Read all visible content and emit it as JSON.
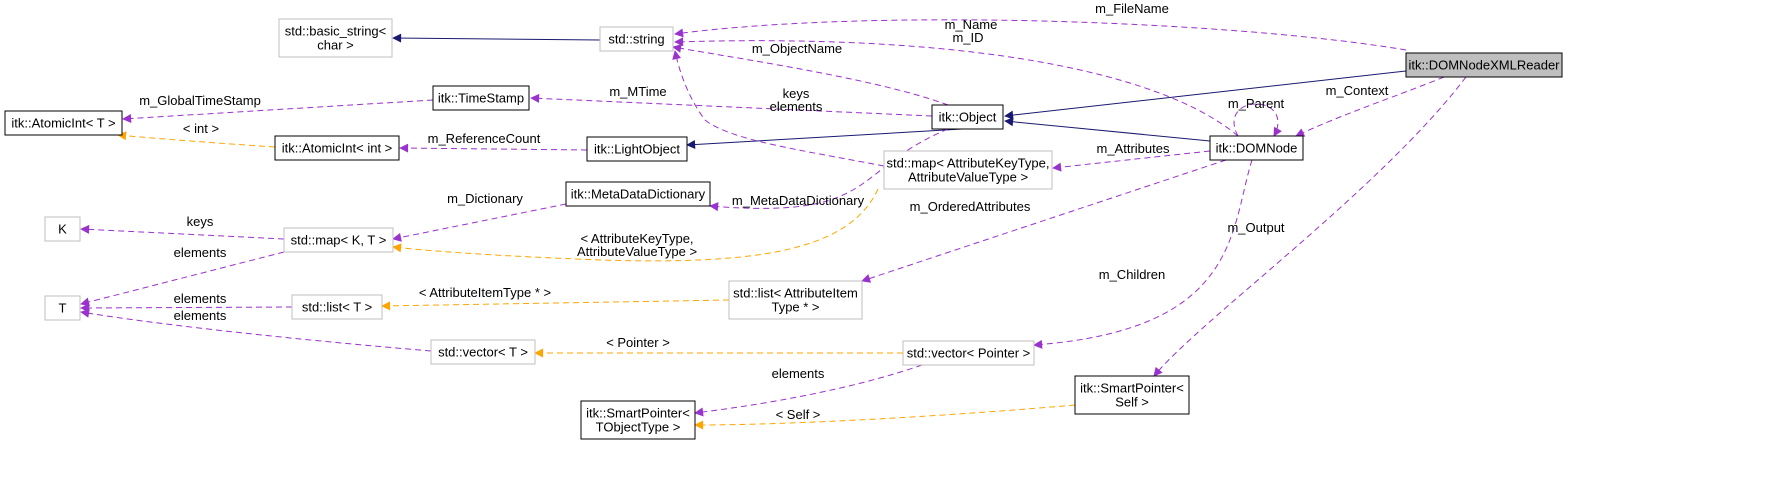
{
  "nodes": {
    "domnodexmlreader": {
      "lines": [
        "itk::DOMNodeXMLReader"
      ],
      "style": "focus"
    },
    "std_string": {
      "lines": [
        "std::string"
      ],
      "style": "gray"
    },
    "basic_string": {
      "lines": [
        "std::basic_string<",
        "char >"
      ],
      "style": "gray"
    },
    "object": {
      "lines": [
        "itk::Object"
      ],
      "style": "black"
    },
    "domnode": {
      "lines": [
        "itk::DOMNode"
      ],
      "style": "black"
    },
    "timestamp": {
      "lines": [
        "itk::TimeStamp"
      ],
      "style": "black"
    },
    "atomicint_t": {
      "lines": [
        "itk::AtomicInt< T >"
      ],
      "style": "black"
    },
    "atomicint_int": {
      "lines": [
        "itk::AtomicInt< int >"
      ],
      "style": "black"
    },
    "lightobject": {
      "lines": [
        "itk::LightObject"
      ],
      "style": "black"
    },
    "metadatadictionary": {
      "lines": [
        "itk::MetaDataDictionary"
      ],
      "style": "black"
    },
    "map_attr": {
      "lines": [
        "std::map< AttributeKeyType,",
        "AttributeValueType >"
      ],
      "style": "gray"
    },
    "k": {
      "lines": [
        "K"
      ],
      "style": "gray"
    },
    "map_kt": {
      "lines": [
        "std::map< K, T >"
      ],
      "style": "gray"
    },
    "t": {
      "lines": [
        "T"
      ],
      "style": "gray"
    },
    "list_t": {
      "lines": [
        "std::list< T >"
      ],
      "style": "gray"
    },
    "list_attritem": {
      "lines": [
        "std::list< AttributeItem",
        "Type * >"
      ],
      "style": "gray"
    },
    "vector_t": {
      "lines": [
        "std::vector< T >"
      ],
      "style": "gray"
    },
    "vector_pointer": {
      "lines": [
        "std::vector< Pointer >"
      ],
      "style": "gray"
    },
    "smartptr_tobject": {
      "lines": [
        "itk::SmartPointer<",
        "TObjectType >"
      ],
      "style": "black"
    },
    "smartptr_self": {
      "lines": [
        "itk::SmartPointer<",
        "Self >"
      ],
      "style": "black"
    }
  },
  "edges": [
    {
      "id": "reader-object-inherit",
      "kind": "inherit"
    },
    {
      "id": "object-lightobject-inherit",
      "kind": "inherit"
    },
    {
      "id": "domnode-object-inherit",
      "kind": "inherit"
    },
    {
      "id": "string-basicstring-inherit",
      "kind": "inherit"
    },
    {
      "id": "reader-string",
      "kind": "usage",
      "label": [
        "m_FileName"
      ]
    },
    {
      "id": "domnode-string",
      "kind": "usage",
      "label": [
        "m_Name",
        "m_ID"
      ]
    },
    {
      "id": "object-string",
      "kind": "usage",
      "label": [
        "m_ObjectName"
      ]
    },
    {
      "id": "map-attr-string",
      "kind": "usage",
      "label": [
        "keys",
        "elements"
      ]
    },
    {
      "id": "object-timestamp",
      "kind": "usage",
      "label": [
        "m_MTime"
      ]
    },
    {
      "id": "timestamp-atomicint",
      "kind": "usage",
      "label": [
        "m_GlobalTimeStamp"
      ]
    },
    {
      "id": "lightobject-atomicint-int",
      "kind": "usage",
      "label": [
        "m_ReferenceCount"
      ]
    },
    {
      "id": "atomicint-int-template",
      "kind": "template",
      "label": [
        "< int >"
      ]
    },
    {
      "id": "reader-domnode",
      "kind": "usage",
      "label": [
        "m_Context"
      ]
    },
    {
      "id": "domnode-self",
      "kind": "usage",
      "label": [
        "m_Parent"
      ]
    },
    {
      "id": "domnode-map-attr",
      "kind": "usage",
      "label": [
        "m_Attributes"
      ]
    },
    {
      "id": "object-metadata",
      "kind": "usage",
      "label": [
        "m_MetaDataDictionary"
      ]
    },
    {
      "id": "metadata-map-kt",
      "kind": "usage",
      "label": [
        "m_Dictionary"
      ]
    },
    {
      "id": "map-attr-template",
      "kind": "template",
      "label": [
        "< AttributeKeyType,",
        "AttributeValueType >"
      ]
    },
    {
      "id": "map-kt-k",
      "kind": "usage",
      "label": [
        "keys"
      ]
    },
    {
      "id": "map-kt-t",
      "kind": "usage",
      "label": [
        "elements"
      ]
    },
    {
      "id": "list-t-t",
      "kind": "usage",
      "label": [
        "elements"
      ]
    },
    {
      "id": "vector-t-t",
      "kind": "usage",
      "label": [
        "elements"
      ]
    },
    {
      "id": "domnode-list-attr",
      "kind": "usage",
      "label": [
        "m_OrderedAttributes"
      ]
    },
    {
      "id": "list-attr-template",
      "kind": "template",
      "label": [
        "< AttributeItemType * >"
      ]
    },
    {
      "id": "domnode-vector-pointer",
      "kind": "usage",
      "label": [
        "m_Children"
      ]
    },
    {
      "id": "reader-smartptr-self",
      "kind": "usage",
      "label": [
        "m_Output"
      ]
    },
    {
      "id": "vector-pointer-template",
      "kind": "template",
      "label": [
        "< Pointer >"
      ]
    },
    {
      "id": "vector-pointer-smartptr",
      "kind": "usage",
      "label": [
        "elements"
      ]
    },
    {
      "id": "smartptr-self-template",
      "kind": "template",
      "label": [
        "< Self >"
      ]
    }
  ],
  "colors": {
    "inherit": "#191970",
    "usage": "#9a32cd",
    "template": "#ffa500",
    "focus_fill": "#bfbfbf",
    "gray_border": "#bfbfbf",
    "black_border": "#000000"
  }
}
